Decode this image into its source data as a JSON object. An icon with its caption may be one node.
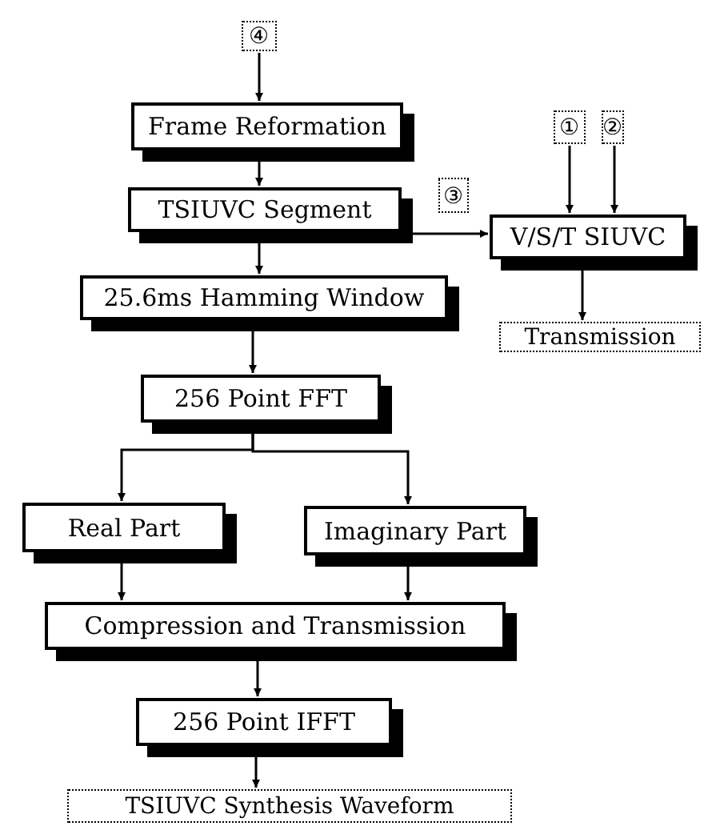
{
  "diagram": {
    "nodes": [
      {
        "text": [
          "④"
        ]
      },
      {
        "text": [
          "Frame Reformation"
        ]
      },
      {
        "text": [
          "TSIUVC Segment"
        ]
      },
      {
        "text": [
          "V/S/T SIUVC"
        ]
      },
      {
        "text": [
          "①"
        ]
      },
      {
        "text": [
          "②"
        ]
      },
      {
        "text": [
          "Transmission"
        ]
      },
      {
        "text": [
          "25.6ms Hamming Window"
        ]
      },
      {
        "text": [
          "256 Point FFT"
        ]
      },
      {
        "text": [
          "Real Part"
        ]
      },
      {
        "text": [
          "Imaginary Part"
        ]
      },
      {
        "text": [
          "Compression and Transmission"
        ]
      },
      {
        "text": [
          "256 Point IFFT"
        ]
      },
      {
        "text": [
          "TSIUVC Synthesis Waveform"
        ]
      },
      {
        "text": [
          "③"
        ]
      }
    ],
    "edges": [
      {
        "from": 0,
        "to": 1,
        "arrow": "to"
      },
      {
        "from": 1,
        "to": 2,
        "arrow": "to"
      },
      {
        "from": 2,
        "to": 7,
        "arrow": "to"
      },
      {
        "from": 2,
        "to": 3,
        "arrow": "to"
      },
      {
        "from": 4,
        "to": 3,
        "arrow": "to"
      },
      {
        "from": 5,
        "to": 3,
        "arrow": "to"
      },
      {
        "from": 3,
        "to": 6,
        "arrow": "to"
      },
      {
        "from": 7,
        "to": 8,
        "arrow": "to"
      },
      {
        "from": 8,
        "to": 9,
        "arrow": "to"
      },
      {
        "from": 8,
        "to": 10,
        "arrow": "to"
      },
      {
        "from": 9,
        "to": 11,
        "arrow": "to"
      },
      {
        "from": 10,
        "to": 11,
        "arrow": "to"
      },
      {
        "from": 11,
        "to": 12,
        "arrow": "to"
      },
      {
        "from": 12,
        "to": 13,
        "arrow": "to"
      }
    ]
  }
}
